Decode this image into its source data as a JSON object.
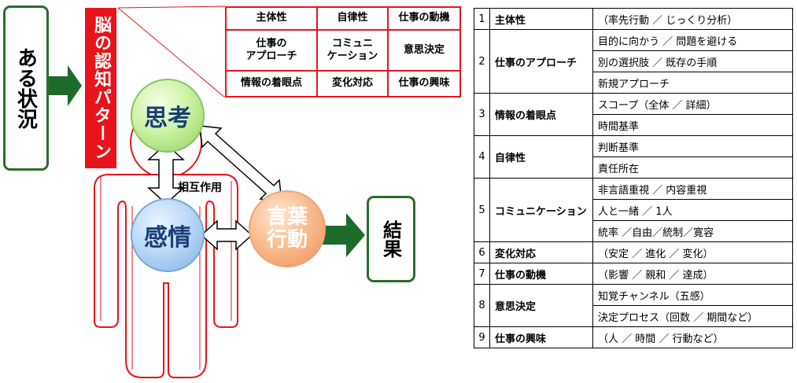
{
  "situation": "ある状況",
  "pattern_label": "脳の認知パターン",
  "think": "思考",
  "emotion": "感情",
  "action": [
    "言葉",
    "行動"
  ],
  "mutual": "相互作用",
  "result": "結果",
  "factor_grid": [
    [
      "主体性",
      "自律性",
      "仕事の動機"
    ],
    [
      [
        "仕事の",
        "アプローチ"
      ],
      [
        "コミュニ",
        "ケーション"
      ],
      "意思決定"
    ],
    [
      "情報の着眼点",
      "変化対応",
      "仕事の興味"
    ]
  ],
  "detail_table": [
    {
      "no": "1",
      "name": "主体性",
      "items": [
        "（率先行動 ／ じっくり分析）"
      ]
    },
    {
      "no": "2",
      "name": "仕事のアプローチ",
      "items": [
        "目的に向かう ／ 問題を避ける",
        "別の選択肢 ／ 既存の手順",
        "新規アプローチ"
      ]
    },
    {
      "no": "3",
      "name": "情報の着眼点",
      "items": [
        "スコープ（全体 ／ 詳細）",
        "時間基準"
      ]
    },
    {
      "no": "4",
      "name": "自律性",
      "items": [
        "判断基準",
        "責任所在"
      ]
    },
    {
      "no": "5",
      "name": "コミュニケーション",
      "items": [
        "非言語重視 ／ 内容重視",
        "人と一緒 ／ 1人",
        "統率 ／自由／統制／寛容"
      ]
    },
    {
      "no": "6",
      "name": "変化対応",
      "items": [
        "（安定 ／ 進化 ／ 変化）"
      ]
    },
    {
      "no": "7",
      "name": "仕事の動機",
      "items": [
        "（影響 ／ 親和 ／ 達成）"
      ]
    },
    {
      "no": "8",
      "name": "意思決定",
      "items": [
        "知覚チャンネル（五感）",
        "決定プロセス（回数 ／ 期間など）"
      ]
    },
    {
      "no": "9",
      "name": "仕事の興味",
      "items": [
        "（人 ／ 時間 ／ 行動など）"
      ]
    }
  ],
  "colors": {
    "arrow_green": "#1d6b2b",
    "box_border_green": "#2e6b30",
    "pattern_red": "#e8141b",
    "body_outline": "#e8141b",
    "think_green": "#9bd86a",
    "emotion_blue": "#86b8ec",
    "action_orange": "#f3a06a",
    "circle_text": "#1a3e79"
  },
  "icons": [
    "right-arrow-icon",
    "double-arrow-icon",
    "human-body-outline"
  ]
}
